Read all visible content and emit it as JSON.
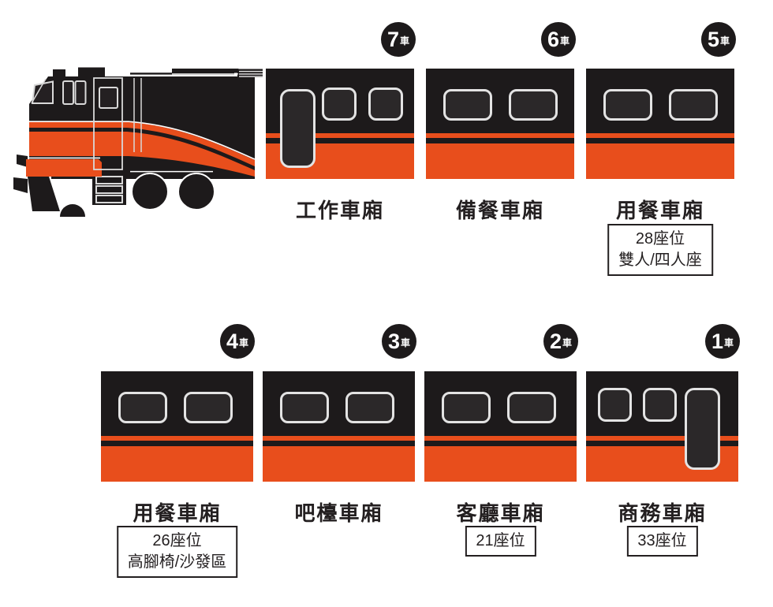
{
  "palette": {
    "orange": "#e84e1c",
    "body_black": "#1d1a1b",
    "window_fill": "#2b2829",
    "window_border": "#e3e3e3",
    "text": "#231f20",
    "badge_bg": "#1d1a1b",
    "badge_text": "#ffffff",
    "background": "#ffffff"
  },
  "locomotive": {
    "icon": "locomotive-icon"
  },
  "train": {
    "rows": [
      {
        "cars": [
          {
            "badge": {
              "number": "7",
              "suffix": "車"
            },
            "label": "工作車廂",
            "layout": "door-left",
            "info_lines": []
          },
          {
            "badge": {
              "number": "6",
              "suffix": "車"
            },
            "label": "備餐車廂",
            "layout": "windows",
            "info_lines": []
          },
          {
            "badge": {
              "number": "5",
              "suffix": "車"
            },
            "label": "用餐車廂",
            "layout": "windows",
            "info_lines": [
              "28座位",
              "雙人/四人座"
            ]
          }
        ]
      },
      {
        "cars": [
          {
            "badge": {
              "number": "4",
              "suffix": "車"
            },
            "label": "用餐車廂",
            "layout": "windows",
            "info_lines": [
              "26座位",
              "高腳椅/沙發區"
            ]
          },
          {
            "badge": {
              "number": "3",
              "suffix": "車"
            },
            "label": "吧檯車廂",
            "layout": "windows",
            "info_lines": []
          },
          {
            "badge": {
              "number": "2",
              "suffix": "車"
            },
            "label": "客廳車廂",
            "layout": "windows",
            "info_lines": [
              "21座位"
            ]
          },
          {
            "badge": {
              "number": "1",
              "suffix": "車"
            },
            "label": "商務車廂",
            "layout": "door-right",
            "info_lines": [
              "33座位"
            ]
          }
        ]
      }
    ]
  }
}
